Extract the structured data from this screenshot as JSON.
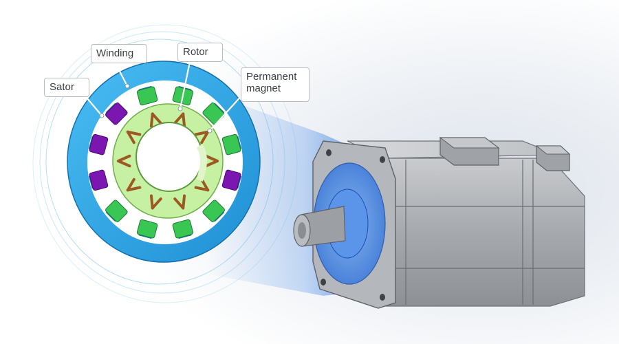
{
  "labels": {
    "sator": "Sator",
    "winding": "Winding",
    "rotor": "Rotor",
    "permanent_magnet": "Permanent\nmagnet"
  },
  "colors": {
    "stator_ring": "#29a7e8",
    "winding_green": "#39c653",
    "winding_purple": "#7b16b0",
    "rotor_core": "#c7f1a2",
    "magnet": "#9c5a22",
    "motor_body": "#a9acb0",
    "highlight_beam": "#1d6fe0"
  }
}
